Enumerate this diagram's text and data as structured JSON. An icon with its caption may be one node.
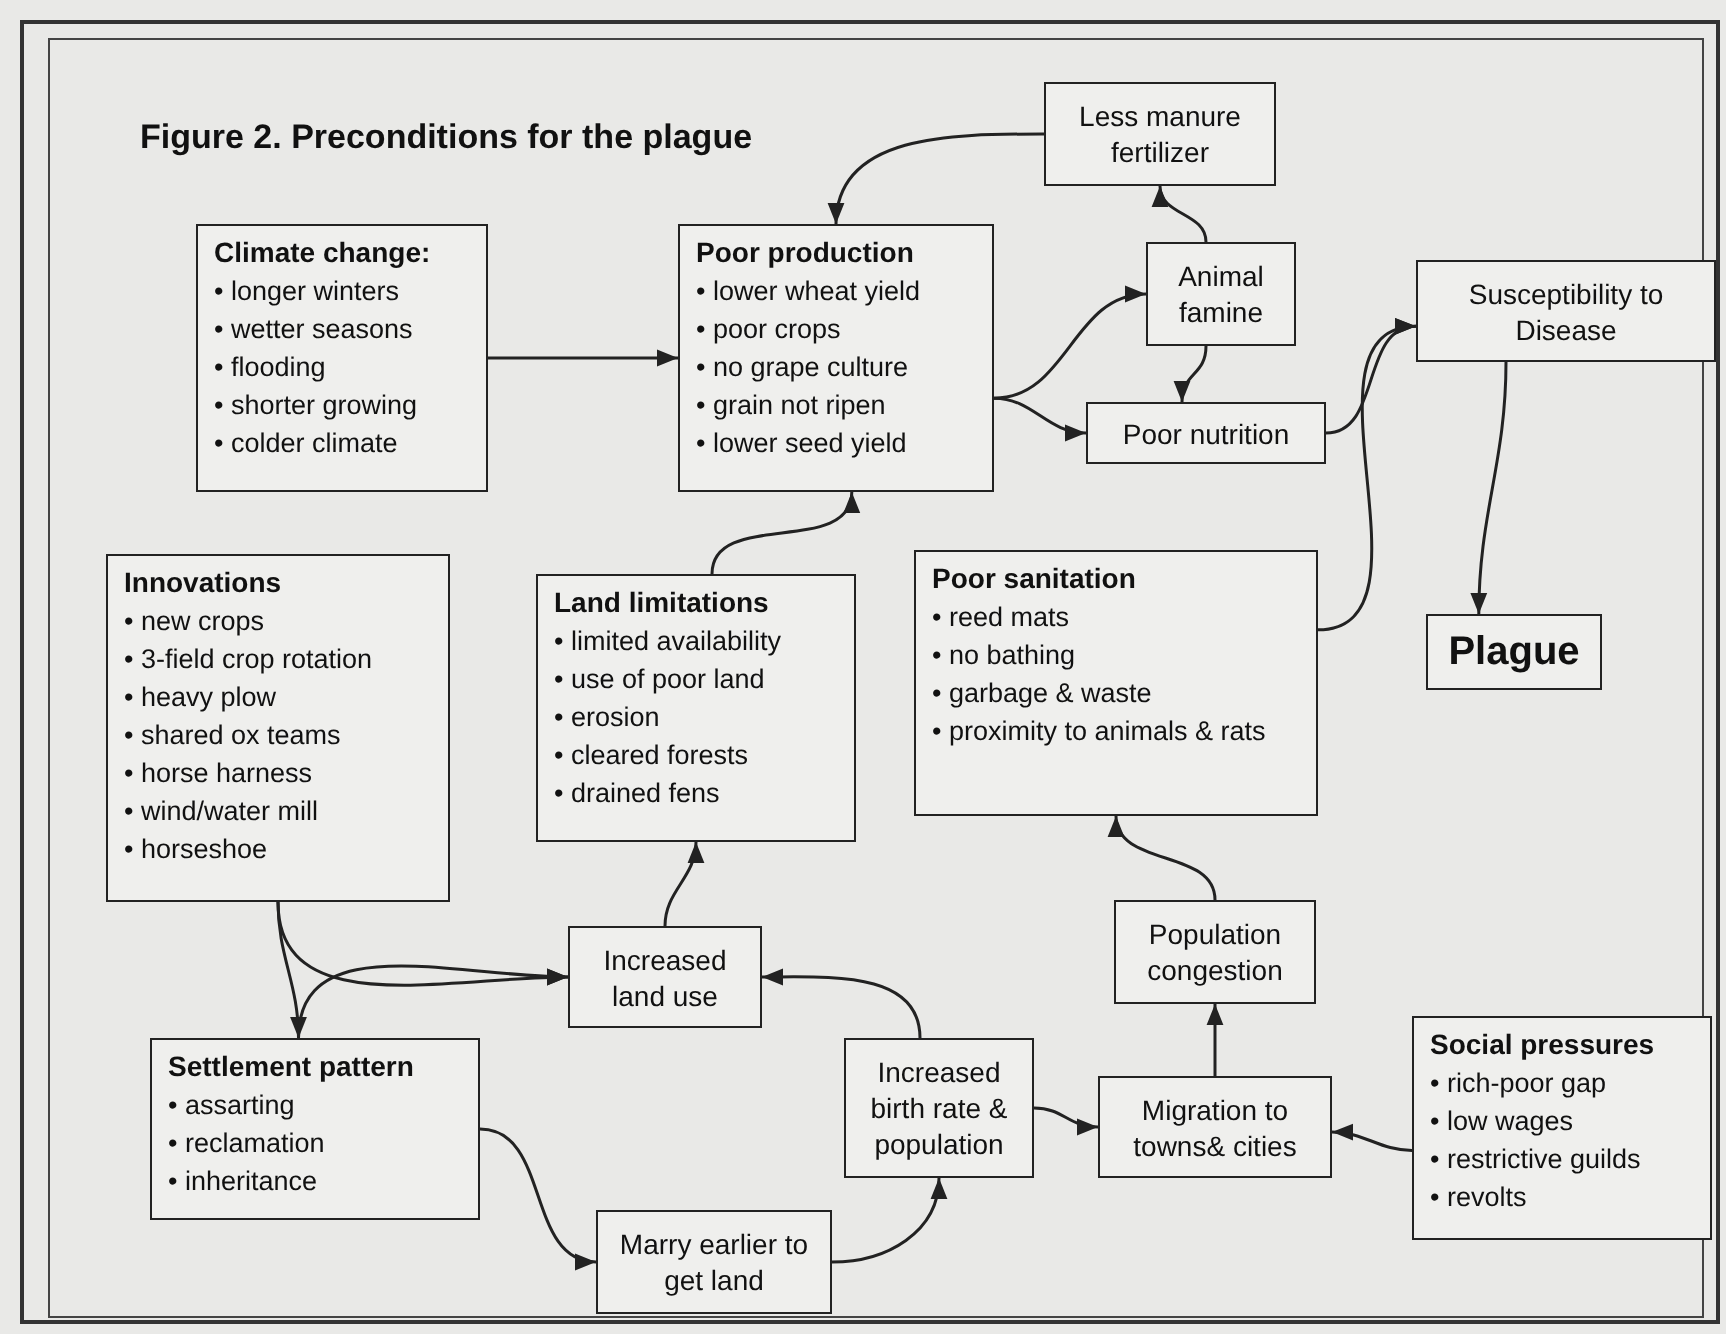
{
  "diagram": {
    "title": "Figure 2. Preconditions for the plague",
    "nodes": [
      {
        "text": [
          "Climate change:",
          "• longer winters",
          "• wetter seasons",
          "• flooding",
          "• shorter growing",
          "• colder climate"
        ]
      },
      {
        "text": [
          "Poor production",
          "• lower wheat yield",
          "• poor crops",
          "• no grape culture",
          "• grain not ripen",
          "• lower seed yield"
        ]
      },
      {
        "text": [
          "Less manure fertilizer"
        ]
      },
      {
        "text": [
          "Animal famine"
        ]
      },
      {
        "text": [
          "Poor nutrition"
        ]
      },
      {
        "text": [
          "Susceptibility to Disease"
        ]
      },
      {
        "text": [
          "Plague"
        ]
      },
      {
        "text": [
          "Innovations",
          "• new crops",
          "• 3-field crop rotation",
          "• heavy plow",
          "• shared ox teams",
          "• horse harness",
          "• wind/water mill",
          "• horseshoe"
        ]
      },
      {
        "text": [
          "Land limitations",
          "• limited availability",
          "• use of poor land",
          "• erosion",
          "• cleared forests",
          "• drained fens"
        ]
      },
      {
        "text": [
          "Poor sanitation",
          "• reed mats",
          "• no bathing",
          "• garbage & waste",
          "• proximity to animals & rats"
        ]
      },
      {
        "text": [
          "Increased land use"
        ]
      },
      {
        "text": [
          "Population congestion"
        ]
      },
      {
        "text": [
          "Settlement pattern",
          "• assarting",
          "• reclamation",
          "• inheritance"
        ]
      },
      {
        "text": [
          "Increased birth rate & population"
        ]
      },
      {
        "text": [
          "Migration to towns& cities"
        ]
      },
      {
        "text": [
          "Social pressures",
          "• rich-poor gap",
          "• low wages",
          "• restrictive guilds",
          "• revolts"
        ]
      },
      {
        "text": [
          "Marry earlier to get land"
        ]
      }
    ],
    "edges": [
      {
        "from": 0,
        "to": 1,
        "arrow": "to"
      },
      {
        "from": 2,
        "to": 1,
        "arrow": "to"
      },
      {
        "from": 1,
        "to": 3,
        "arrow": "to"
      },
      {
        "from": 1,
        "to": 4,
        "arrow": "to"
      },
      {
        "from": 3,
        "to": 2,
        "arrow": "to"
      },
      {
        "from": 3,
        "to": 4,
        "arrow": "to"
      },
      {
        "from": 4,
        "to": 5,
        "arrow": "to"
      },
      {
        "from": 9,
        "to": 5,
        "arrow": "to"
      },
      {
        "from": 5,
        "to": 6,
        "arrow": "to"
      },
      {
        "from": 8,
        "to": 1,
        "arrow": "to"
      },
      {
        "from": 7,
        "to": 10,
        "arrow": "to"
      },
      {
        "from": 7,
        "to": 12,
        "arrow": "to"
      },
      {
        "from": 12,
        "to": 10,
        "arrow": "to"
      },
      {
        "from": 10,
        "to": 8,
        "arrow": "to"
      },
      {
        "from": 13,
        "to": 10,
        "arrow": "to"
      },
      {
        "from": 12,
        "to": 16,
        "arrow": "to"
      },
      {
        "from": 16,
        "to": 13,
        "arrow": "to"
      },
      {
        "from": 13,
        "to": 14,
        "arrow": "to"
      },
      {
        "from": 14,
        "to": 11,
        "arrow": "to"
      },
      {
        "from": 11,
        "to": 9,
        "arrow": "to"
      },
      {
        "from": 15,
        "to": 14,
        "arrow": "to"
      }
    ]
  }
}
